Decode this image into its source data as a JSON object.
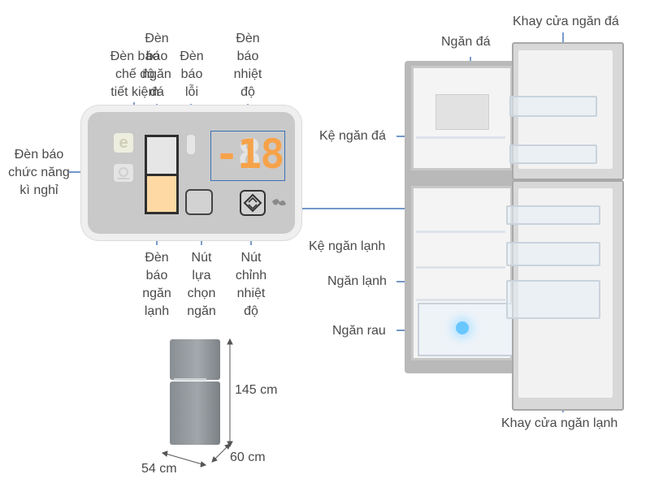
{
  "chart_data": {
    "type": "table",
    "labels": {
      "eco_mode": [
        "Đèn báo",
        "chế độ",
        "tiết kiệm"
      ],
      "ice_indicator": [
        "Đèn",
        "báo",
        "ngăn",
        "đá"
      ],
      "error_indicator": [
        "Đèn",
        "báo",
        "lỗi"
      ],
      "temp_indicator": [
        "Đèn",
        "báo",
        "nhiệt",
        "độ"
      ],
      "holiday_mode": [
        "Đèn báo",
        "chức năng",
        "kì nghỉ"
      ],
      "fridge_indicator": [
        "Đèn",
        "báo",
        "ngăn",
        "lạnh"
      ],
      "select_button": [
        "Nút",
        "lựa",
        "chọn",
        "ngăn"
      ],
      "temp_button": [
        "Nút",
        "chỉnh",
        "nhiệt",
        "độ"
      ],
      "freezer": "Ngăn đá",
      "freezer_shelf": "Kệ ngăn đá",
      "freezer_door_tray": "Khay cửa ngăn đá",
      "fridge_shelf": "Kệ ngăn lạnh",
      "fridge_compartment": "Ngăn lạnh",
      "vegetable_drawer": "Ngăn rau",
      "fridge_door_tray": "Khay cửa ngăn lạnh"
    },
    "dimensions": {
      "height": "145 cm",
      "width": "54 cm",
      "depth": "60 cm"
    },
    "display": {
      "digits": "-18",
      "eco_glyph": "e"
    },
    "colors": {
      "leader_line": "#1f5aa8",
      "digit_active": "#f6a24a",
      "digit_inactive": "#e3e3e3",
      "led_orange": "#ffd9a3"
    }
  }
}
